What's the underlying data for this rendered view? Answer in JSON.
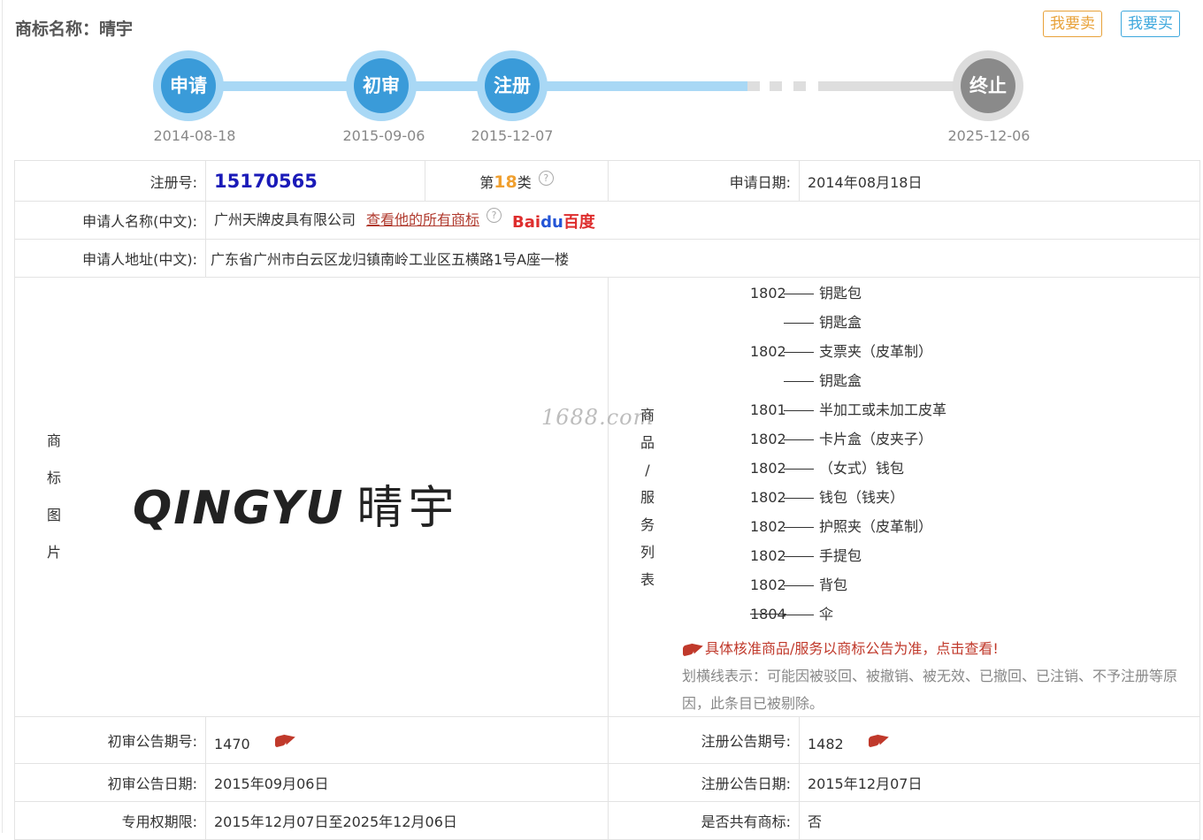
{
  "header": {
    "title": "商标名称：晴宇",
    "sell_label": "我要卖",
    "buy_label": "我要买"
  },
  "timeline": {
    "steps": [
      {
        "label": "申请",
        "date": "2014-08-18"
      },
      {
        "label": "初审",
        "date": "2015-09-06"
      },
      {
        "label": "注册",
        "date": "2015-12-07"
      },
      {
        "label": "终止",
        "date": "2025-12-06"
      }
    ],
    "colors": {
      "active": "#3a9bd9",
      "active_ring": "#a9d8f5",
      "inactive": "#8a8a8a"
    }
  },
  "info": {
    "reg_no_label": "注册号:",
    "reg_no": "15170565",
    "class_prefix": "第",
    "class_num": "18",
    "class_suffix": "类",
    "help_glyph": "?",
    "apply_date_label": "申请日期:",
    "apply_date": "2014年08月18日",
    "applicant_label": "申请人名称(中文):",
    "applicant": "广州天牌皮具有限公司",
    "view_all_link": "查看他的所有商标",
    "baidu_b": "Bai",
    "baidu_paw": "du",
    "baidu_cn": "百度",
    "address_label": "申请人地址(中文):",
    "address": "广东省广州市白云区龙归镇南岭工业区五横路1号A座一楼",
    "image_label_chars": [
      "商",
      "标",
      "图",
      "片"
    ],
    "logo_latin": "QINGYU",
    "logo_cn": "晴宇",
    "watermark": "1688.com",
    "goods_label_chars": [
      "商",
      "品",
      "/",
      "服",
      "务",
      "列",
      "表"
    ],
    "goods": [
      {
        "code": "1802",
        "name": "钥匙包",
        "struck": false
      },
      {
        "code": "",
        "name": "钥匙盒",
        "struck": false
      },
      {
        "code": "1802",
        "name": "支票夹（皮革制）",
        "struck": false
      },
      {
        "code": "",
        "name": "钥匙盒",
        "struck": false
      },
      {
        "code": "1801",
        "name": "半加工或未加工皮革",
        "struck": false
      },
      {
        "code": "1802",
        "name": "卡片盒（皮夹子）",
        "struck": false
      },
      {
        "code": "1802",
        "name": "（女式）钱包",
        "struck": false
      },
      {
        "code": "1802",
        "name": "钱包（钱夹）",
        "struck": false
      },
      {
        "code": "1802",
        "name": "护照夹（皮革制）",
        "struck": false
      },
      {
        "code": "1802",
        "name": "手提包",
        "struck": false
      },
      {
        "code": "1802",
        "name": "背包",
        "struck": false
      },
      {
        "code": "1804",
        "name": "伞",
        "struck": true
      }
    ],
    "goods_notice": "具体核准商品/服务以商标公告为准，点击查看!",
    "strike_note": "划横线表示：可能因被驳回、被撤销、被无效、已撤回、已注销、不予注册等原因，此条目已被剔除。",
    "prelim_no_label": "初审公告期号:",
    "prelim_no": "1470",
    "reg_pub_no_label": "注册公告期号:",
    "reg_pub_no": "1482",
    "prelim_date_label": "初审公告日期:",
    "prelim_date": "2015年09月06日",
    "reg_pub_date_label": "注册公告日期:",
    "reg_pub_date": "2015年12月07日",
    "term_label": "专用权期限:",
    "term": "2015年12月07日至2025年12月06日",
    "shared_label": "是否共有商标:",
    "shared": "否"
  }
}
